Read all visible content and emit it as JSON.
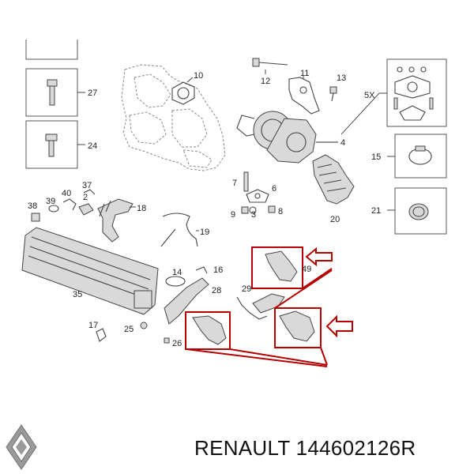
{
  "diagram": {
    "callouts": {
      "c10": "10",
      "c12": "12",
      "c11": "11",
      "c13": "13",
      "c27": "27",
      "c24": "24",
      "c5x": "5X",
      "c4": "4",
      "c15": "15",
      "c21": "21",
      "c7": "7",
      "c6": "6",
      "c9": "9",
      "c3": "3",
      "c8": "8",
      "c20": "20",
      "c37": "37",
      "c40": "40",
      "c39": "39",
      "c38": "38",
      "c2": "2",
      "c18": "18",
      "c19": "19",
      "c35": "35",
      "c14": "14",
      "c16": "16",
      "c28": "28",
      "c29": "29",
      "c49": "49",
      "c17": "17",
      "c25": "25",
      "c26": "26"
    },
    "highlight_color": "#b40000"
  },
  "footer": {
    "brand_text": "RENAULT 144602126R",
    "logo": "renault-logo-icon"
  }
}
